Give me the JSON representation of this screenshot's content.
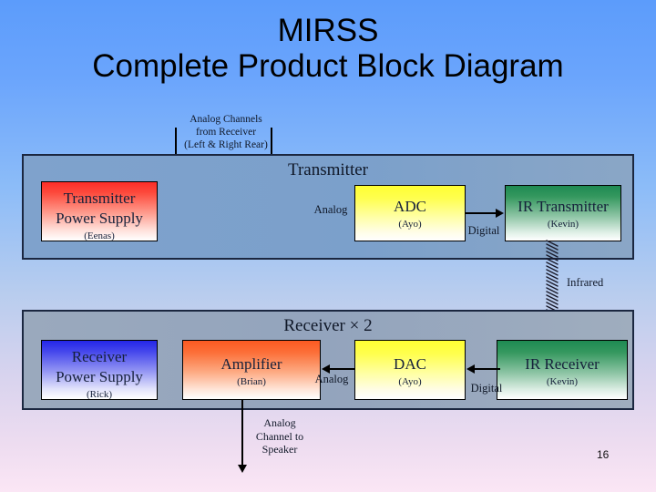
{
  "slide": {
    "title_line1": "MIRSS",
    "title_line2": "Complete Product Block Diagram",
    "page_number": "16",
    "background_top_color": "#5c9cfb",
    "background_bottom_color": "#fbe6f5"
  },
  "transmitter_panel": {
    "title": "Transmitter",
    "fill_color": "#7ba0cb",
    "border_color": "#1b2740",
    "boxes": [
      {
        "name": "transmitter-power-supply",
        "title_line1": "Transmitter",
        "title_line2": "Power Supply",
        "owner": "(Eenas)",
        "accent_color": "#fb2d28"
      },
      {
        "name": "adc",
        "title_line1": "ADC",
        "title_line2": "",
        "owner": "(Ayo)",
        "accent_color": "#ffff33"
      },
      {
        "name": "ir-transmitter",
        "title_line1": "IR Transmitter",
        "title_line2": "",
        "owner": "(Kevin)",
        "accent_color": "#1e8a52"
      }
    ]
  },
  "receiver_panel": {
    "title": "Receiver × 2",
    "fill_color": "#93a4bd",
    "border_color": "#1b2740",
    "boxes": [
      {
        "name": "receiver-power-supply",
        "title_line1": "Receiver",
        "title_line2": "Power Supply",
        "owner": "(Rick)",
        "accent_color": "#2426e8"
      },
      {
        "name": "amplifier",
        "title_line1": "Amplifier",
        "title_line2": "",
        "owner": "(Brian)",
        "accent_color": "#fb5a22"
      },
      {
        "name": "dac",
        "title_line1": "DAC",
        "title_line2": "",
        "owner": "(Ayo)",
        "accent_color": "#ffff33"
      },
      {
        "name": "ir-receiver",
        "title_line1": "IR Receiver",
        "title_line2": "",
        "owner": "(Kevin)",
        "accent_color": "#1e8a52"
      }
    ]
  },
  "signal_labels": {
    "analog_channels_in": "Analog Channels\nfrom Receiver\n(Left & Right Rear)",
    "analog_channels_in_l1": "Analog Channels",
    "analog_channels_in_l2": "from Receiver",
    "analog_channels_in_l3": "(Left & Right Rear)",
    "analog_transmitter": "Analog",
    "digital_transmitter": "Digital",
    "infrared": "Infrared",
    "analog_receiver": "Analog",
    "digital_receiver": "Digital",
    "analog_to_speaker_l1": "Analog",
    "analog_to_speaker_l2": "Channel to",
    "analog_to_speaker_l3": "Speaker"
  }
}
